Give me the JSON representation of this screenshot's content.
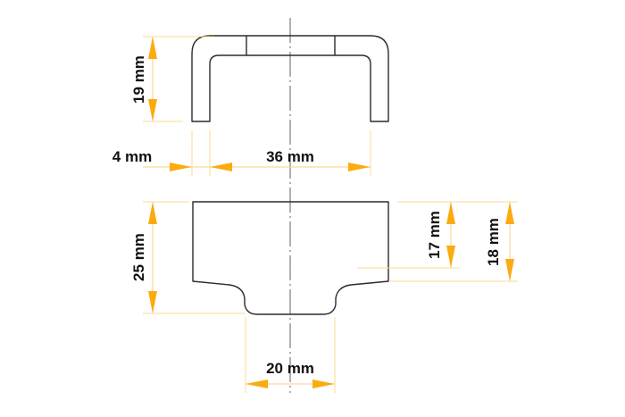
{
  "colors": {
    "part_stroke": "#2b2b2b",
    "dimension_line": "#fcd993",
    "arrow": "#fbab10",
    "text": "#111111",
    "background": "#ffffff"
  },
  "top_view": {
    "name": "U-shaped bracket (side profile)",
    "dimensions": {
      "height": "19 mm",
      "leg_thickness": "4 mm",
      "inner_width": "36 mm"
    }
  },
  "bottom_view": {
    "name": "Block with stepped tab (front profile)",
    "dimensions": {
      "total_height": "25 mm",
      "right_inner_height": "17 mm",
      "right_outer_height": "18 mm",
      "tab_width": "20 mm"
    }
  }
}
